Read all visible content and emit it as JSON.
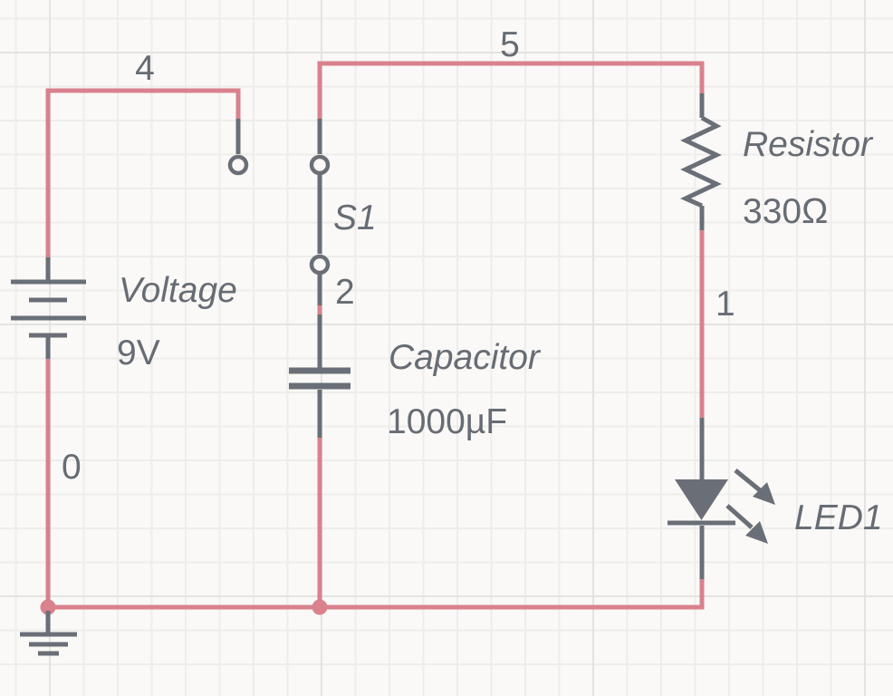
{
  "palette": {
    "wire_color": "#d9818d",
    "symbol_color": "#6a6f77",
    "text_color": "#676c74",
    "background": "#faf9f7",
    "grid_minor": "#ededeb",
    "grid_major": "#e3e3e1"
  },
  "components": {
    "voltage": {
      "type": "battery",
      "name": "Voltage",
      "value": "9V"
    },
    "switch": {
      "type": "spdt-switch",
      "name": "S1"
    },
    "capacitor": {
      "type": "capacitor",
      "name": "Capacitor",
      "value": "1000µF"
    },
    "resistor": {
      "type": "resistor",
      "name": "Resistor",
      "value": "330Ω"
    },
    "led": {
      "type": "led",
      "name": "LED1"
    }
  },
  "nets": {
    "ground": {
      "label": "0"
    },
    "led_in": {
      "label": "1"
    },
    "cap_top": {
      "label": "2"
    },
    "battery_pos": {
      "label": "4"
    },
    "top_rail": {
      "label": "5"
    }
  }
}
